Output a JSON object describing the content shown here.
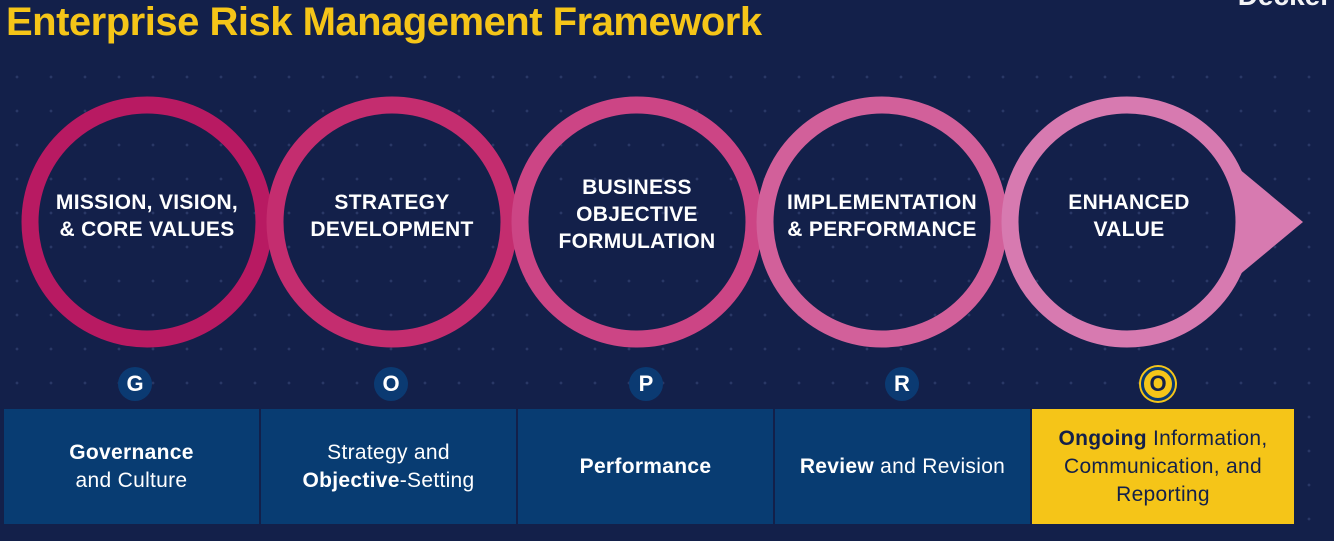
{
  "title": "Enterprise Risk Management Framework",
  "corner_text": "Deckel",
  "colors": {
    "background": "#13204a",
    "title": "#f5c518",
    "panel": "#083c72",
    "highlight": "#f5c518",
    "circles": [
      "#b81a62",
      "#c42d6f",
      "#cc4585",
      "#d2609a",
      "#d77ab0"
    ]
  },
  "stages": [
    {
      "line1": "MISSION, VISION,",
      "line2": "& CORE VALUES",
      "line3": ""
    },
    {
      "line1": "STRATEGY",
      "line2": "DEVELOPMENT",
      "line3": ""
    },
    {
      "line1": "BUSINESS",
      "line2": "OBJECTIVE",
      "line3": "FORMULATION"
    },
    {
      "line1": "IMPLEMENTATION",
      "line2": "& PERFORMANCE",
      "line3": ""
    },
    {
      "line1": "ENHANCED",
      "line2": "VALUE",
      "line3": ""
    }
  ],
  "letters": [
    "G",
    "O",
    "P",
    "R",
    "O"
  ],
  "components": [
    {
      "bold": "Governance",
      "rest": "and Culture"
    },
    {
      "pre": "Strategy and",
      "bold": "Objective",
      "rest": "-Setting"
    },
    {
      "bold": "Performance"
    },
    {
      "bold": "Review",
      "rest": " and Revision"
    },
    {
      "bold": "Ongoing",
      "rest": " Information,",
      "line2": "Communication, and",
      "line3": "Reporting"
    }
  ]
}
